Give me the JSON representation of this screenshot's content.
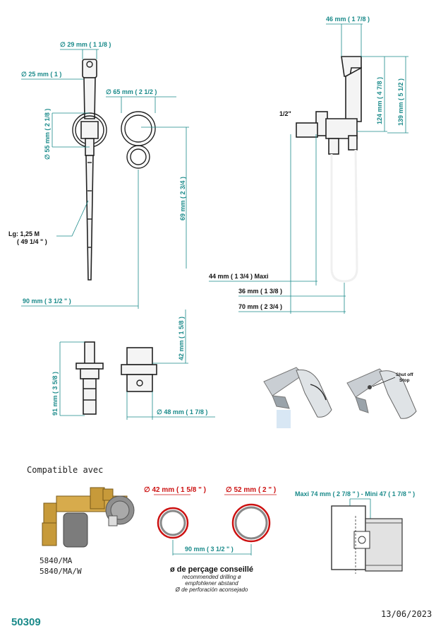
{
  "product_code": "50309",
  "date": "13/06/2023",
  "compatible_label": "Compatible avec",
  "compatible_refs": [
    "5840/MA",
    "5840/MA/W"
  ],
  "drilling": {
    "title": "ø de perçage conseillé",
    "subs": [
      "recommended drilling ø",
      "empfohlener abstand",
      "Ø de perforación aconsejado"
    ]
  },
  "dims": {
    "d29": "∅  29 mm  ( 1 1/8 )",
    "d25": "∅  25 mm  ( 1 )",
    "d65": "∅  65 mm  ( 2 1/2 )",
    "d55": "∅  55 mm  ( 2 1/8 )",
    "d69": "69 mm  ( 2 3/4 )",
    "lg1": "Lg: 1,25 M",
    "lg2": "( 49 1/4 \" )",
    "d90": "90 mm  ( 3 1/2 \" )",
    "d46": "46 mm  ( 1 7/8 )",
    "d124": "124 mm  ( 4 7/8 )",
    "d139": "139 mm  ( 5 1/2 )",
    "half": "1/2\"",
    "d44": "44 mm  ( 1 3/4 )  Maxi",
    "d36": "36 mm  ( 1 3/8 )",
    "d70": "70 mm  ( 2 3/4 )",
    "d42v": "42 mm  ( 1 5/8 )",
    "d91": "91 mm  ( 3 5/8 )",
    "d48": "∅  48 mm  ( 1 7/8 )",
    "shut": "Shut off",
    "stop": "Stop",
    "r42": "∅  42 mm  ( 1 5/8 \" )",
    "r52": "∅  52 mm  ( 2 \" )",
    "r90": "90 mm  ( 3 1/2 \" )",
    "maxi": "Maxi  74 mm  ( 2 7/8 \" )  - Mini 47 ( 1 7/8 \" )"
  },
  "colors": {
    "dimension": "#1a8a8a",
    "drilling_ring": "#cc1111"
  }
}
